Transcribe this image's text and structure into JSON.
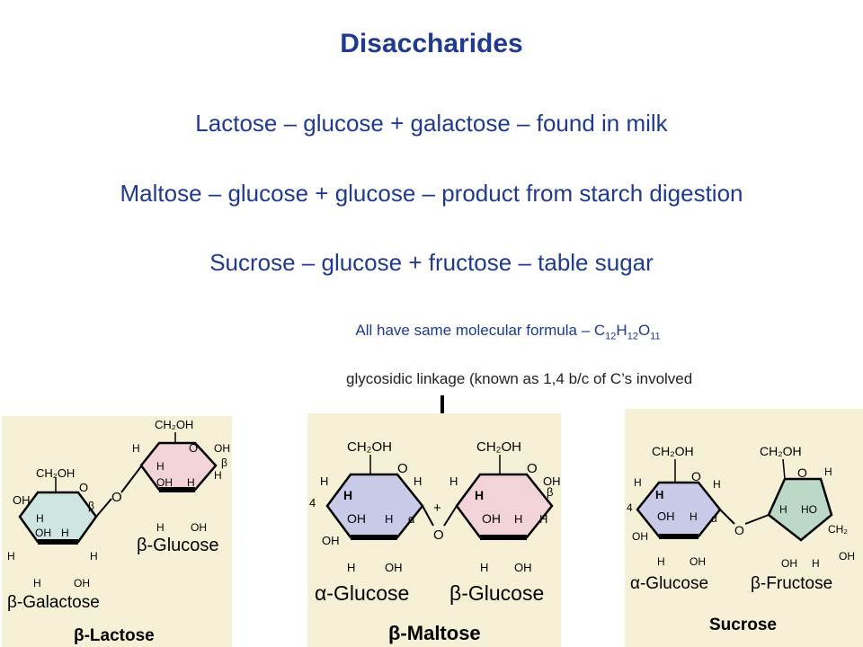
{
  "title": "Disaccharides",
  "lines": [
    "Lactose – glucose + galactose – found in milk",
    "Maltose – glucose + glucose – product from starch digestion",
    "Sucrose – glucose + fructose – table sugar"
  ],
  "formula": {
    "prefix": "All have same molecular formula – C",
    "c": "12",
    "h_letter": "H",
    "h": "12",
    "o_letter": "O",
    "o": "11"
  },
  "glycosidic_note": "glycosidic linkage (known as 1,4 b/c of C’s involved",
  "panels": {
    "lactose": {
      "ring1_name": "β-Galactose",
      "ring2_name": "β-Glucose",
      "caption": "β-Lactose"
    },
    "maltose": {
      "ring1_name": "α-Glucose",
      "ring2_name": "β-Glucose",
      "caption": "β-Maltose"
    },
    "sucrose": {
      "ring1_name": "α-Glucose",
      "ring2_name": "β-Fructose",
      "caption": "Sucrose"
    }
  },
  "colors": {
    "text_blue": "#1f3a8f",
    "panel_bg": "#f6f0d6",
    "galactose_fill": "#cfe5df",
    "glucose_pink": "#f2d4d8",
    "glucose_blue": "#c9c9e8",
    "fructose_fill": "#bcd9c8"
  }
}
